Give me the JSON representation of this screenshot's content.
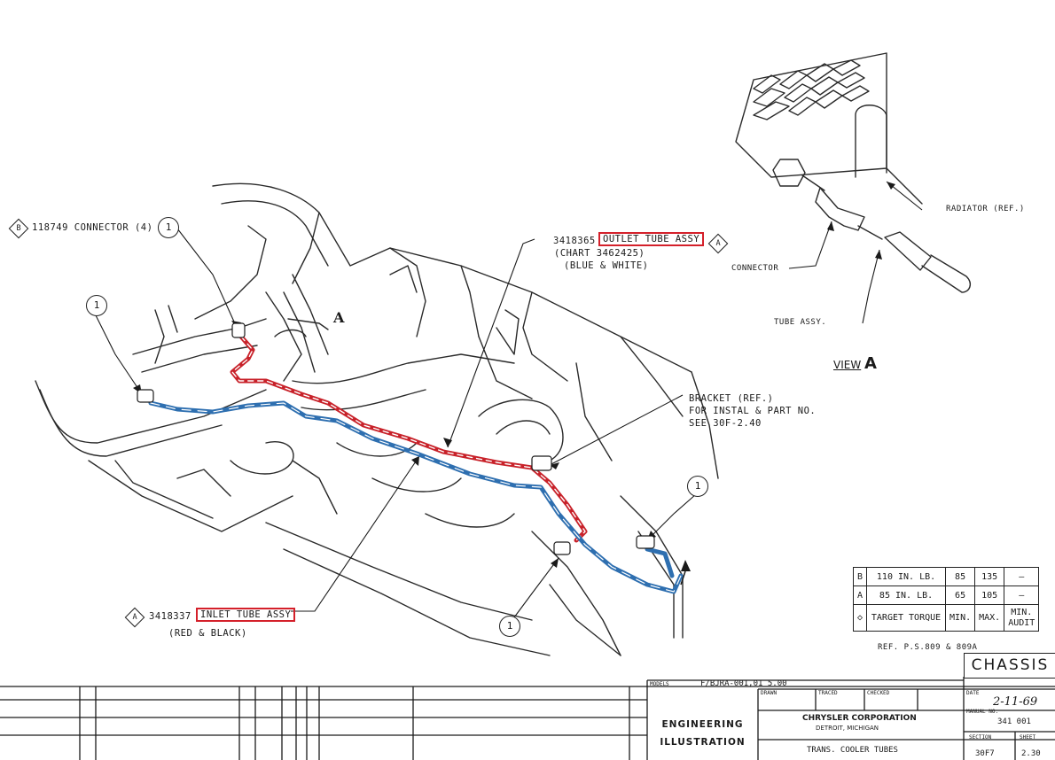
{
  "labels": {
    "connector_part": "118749 CONNECTOR (4)",
    "connector_diamond": "B",
    "outlet_part": "3418365",
    "outlet_name": "OUTLET TUBE ASSY",
    "outlet_chart": "(CHART 3462425)",
    "outlet_color": "(BLUE & WHITE)",
    "inlet_part": "3418337",
    "inlet_name": "INLET TUBE ASSY",
    "inlet_color": "(RED & BLACK)",
    "inlet_diamond": "A",
    "bracket_line1": "BRACKET (REF.)",
    "bracket_line2": "FOR INSTAL & PART NO.",
    "bracket_line3": "SEE 30F-2.40",
    "view_a_marker": "A",
    "radiator": "RADIATOR (REF.)",
    "connector": "CONNECTOR",
    "tube_assy": "TUBE ASSY.",
    "view_a_word": "VIEW",
    "view_a_letter": "A",
    "callout_one": "1",
    "outlet_diamond": "A"
  },
  "torque_table": {
    "rows": [
      {
        "mark": "B",
        "target": "110 IN. LB.",
        "min": "85",
        "max": "135",
        "audit": "—"
      },
      {
        "mark": "A",
        "target": "85 IN. LB.",
        "min": "65",
        "max": "105",
        "audit": "—"
      }
    ],
    "header": {
      "target": "TARGET TORQUE",
      "min": "MIN.",
      "max": "MAX.",
      "audit": "MIN. AUDIT"
    },
    "ref": "REF. P.S.809 & 809A"
  },
  "title_block": {
    "chassis": "CHASSIS",
    "models_label": "MODELS",
    "models_value": "F/BJRA-001,01 5.00",
    "drawn_label": "DRAWN",
    "traced_label": "TRACED",
    "checked_label": "CHECKED",
    "date_label": "DATE",
    "date_value": "2-11-69",
    "company": "CHRYSLER CORPORATION",
    "city": "DETROIT, MICHIGAN",
    "manual_label": "MANUAL NO.",
    "manual_value": "341 001",
    "eng_line1": "ENGINEERING",
    "eng_line2": "ILLUSTRATION",
    "title": "TRANS. COOLER TUBES",
    "section_label": "SECTION",
    "section_value": "30F7",
    "sheet_label": "SHEET",
    "sheet_value": "2.30"
  },
  "colors": {
    "outlet_tube": "#c8222a",
    "inlet_tube": "#2e6fb0",
    "highlight_box": "#d4202a"
  }
}
